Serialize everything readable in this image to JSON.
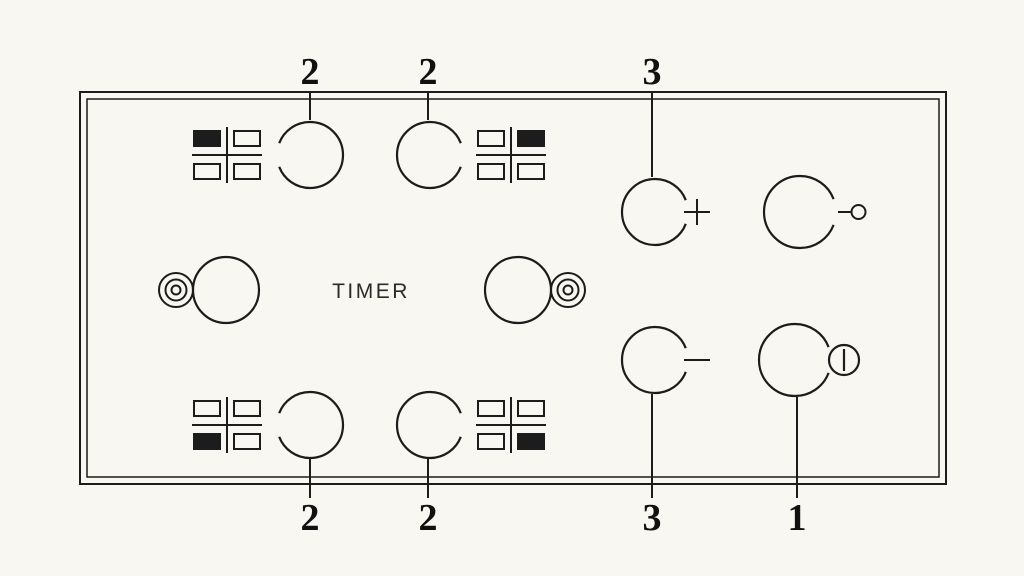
{
  "page": {
    "background_color": "#f8f7f1",
    "line_color": "#1c1c1c"
  },
  "panel": {
    "timer_label": "TIMER"
  },
  "callouts": {
    "top": [
      "2",
      "2",
      "3"
    ],
    "bottom": [
      "2",
      "2",
      "3",
      "1"
    ]
  },
  "icons": [
    {
      "name": "burner-position-icon-top-left",
      "shape": "2x2 rectangle grid with cross lines, top-left square filled"
    },
    {
      "name": "burner-position-icon-top-right",
      "shape": "2x2 rectangle grid with cross lines, top-right square filled"
    },
    {
      "name": "burner-position-icon-bottom-left",
      "shape": "2x2 rectangle grid with cross lines, bottom-left square filled"
    },
    {
      "name": "burner-position-icon-bottom-right",
      "shape": "2x2 rectangle grid with cross lines, bottom-right square filled"
    },
    {
      "name": "timer-rings-icon-left",
      "shape": "three concentric circles"
    },
    {
      "name": "timer-rings-icon-right",
      "shape": "three concentric circles"
    },
    {
      "name": "plus-icon",
      "glyph": "+"
    },
    {
      "name": "minus-icon",
      "glyph": "-"
    },
    {
      "name": "key-icon",
      "shape": "stem line ending in small circle"
    },
    {
      "name": "power-icon",
      "shape": "circle with vertical bar"
    }
  ]
}
